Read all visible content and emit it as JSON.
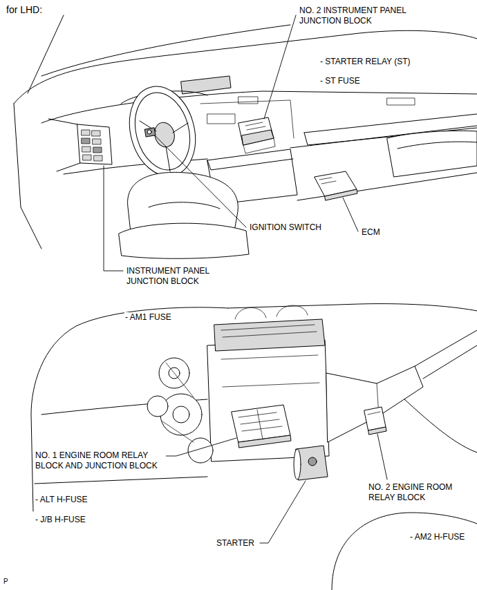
{
  "diagram": {
    "title": "for LHD:",
    "labels": [
      "NO. 2 INSTRUMENT PANEL JUNCTION BLOCK",
      "- STARTER RELAY (ST)",
      "- ST FUSE",
      "IGNITION SWITCH",
      "ECM",
      "INSTRUMENT PANEL JUNCTION BLOCK",
      "- AM1 FUSE",
      "NO. 1 ENGINE ROOM RELAY BLOCK AND JUNCTION BLOCK",
      "- ALT H-FUSE",
      "- J/B H-FUSE",
      "STARTER",
      "NO. 2 ENGINE ROOM RELAY BLOCK",
      "- AM2 H-FUSE",
      "P"
    ]
  }
}
